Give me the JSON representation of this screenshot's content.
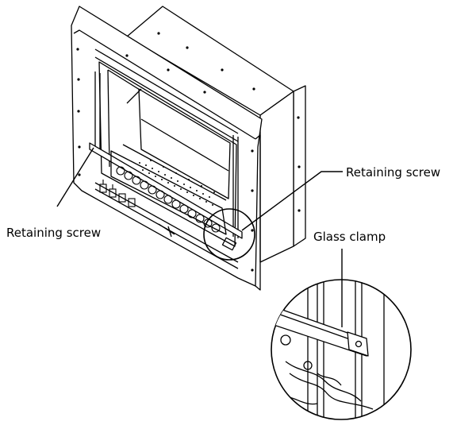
{
  "labels": {
    "retaining_screw_right": "Retaining screw",
    "retaining_screw_left": "Retaining screw",
    "glass_clamp": "Glass clamp"
  },
  "colors": {
    "line": "#000000",
    "background": "#ffffff"
  }
}
